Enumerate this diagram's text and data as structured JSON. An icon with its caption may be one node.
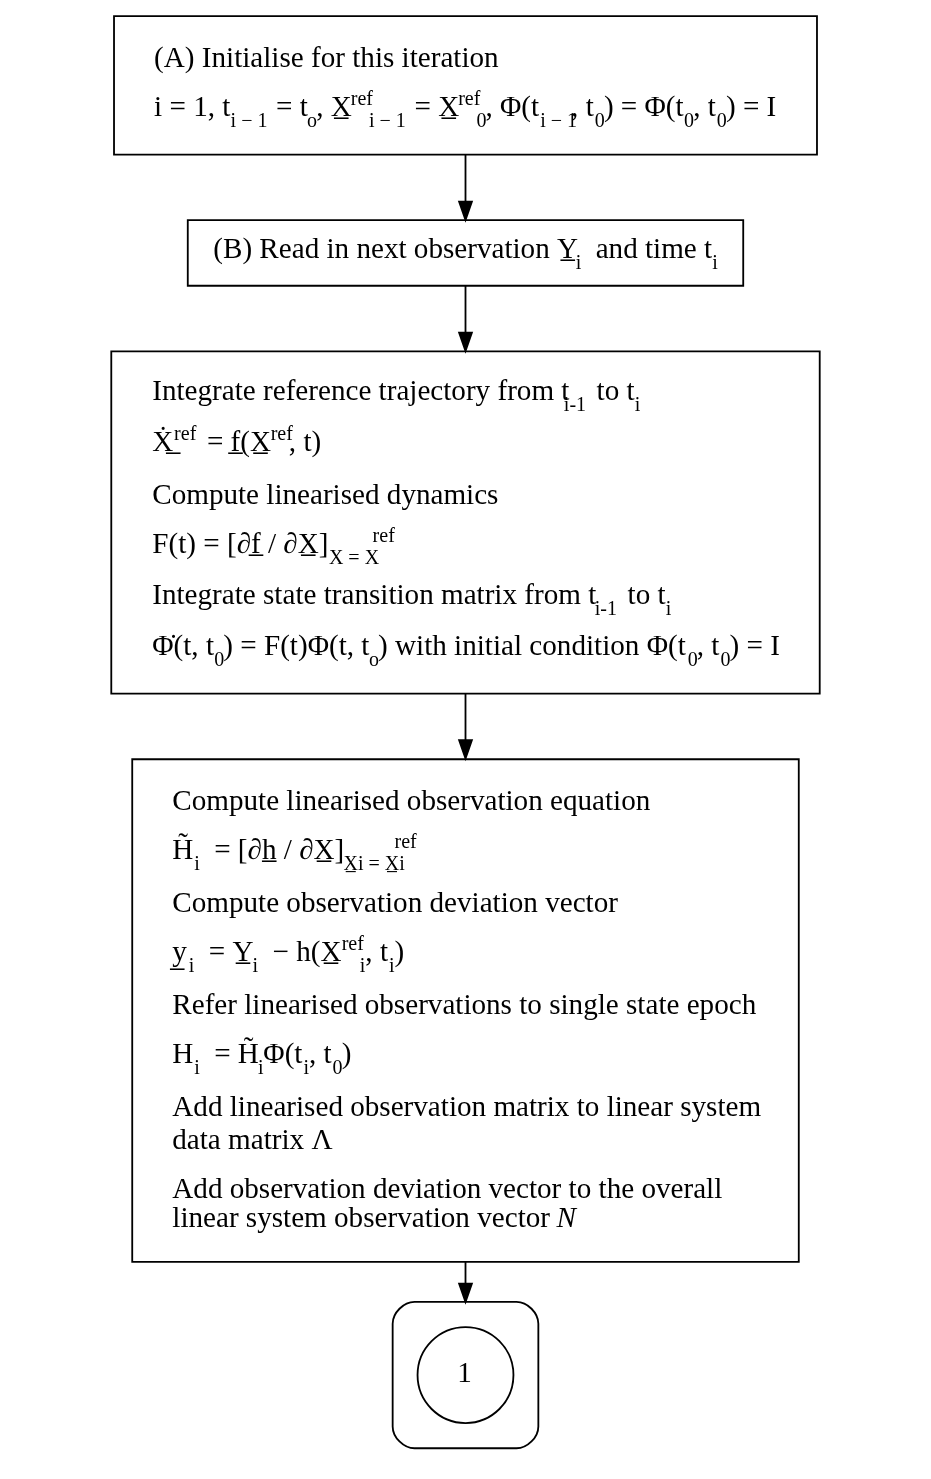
{
  "diagram": {
    "nodes": [
      {
        "text": [
          "(A) Initialise for this iteration",
          "i = 1, t$_{i − 1}$ = t$_{o}$, X̲$^{ref}$$_{i − 1}$ = X̲$^{ref}$$_{0}$, Φ(t$_{i − 1}$, t$_{0}$) = Φ(t$_{0}$, t$_{0}$) = I"
        ]
      },
      {
        "text": [
          "(B) Read in next observation Y̲$_{i}$ and time t$_{i}$"
        ]
      },
      {
        "text": [
          "Integrate reference trajectory from t$_{i-1}$ to t$_{i}$",
          "Ẋ̲$^{ref}$ = f̲(X̲$^{ref}$, t)",
          "Compute linearised dynamics",
          "F(t) = [∂f̲ / ∂X̲]$_{X = X}$$^{ref}$",
          "Integrate state transition matrix from t$_{i-1}$ to t$_{i}$",
          "Φ̇(t, t$_{0}$) = F(t)Φ(t, t$_{o}$) with initial condition Φ(t$_{0}$, t$_{0}$) = I"
        ]
      },
      {
        "text": [
          "Compute linearised observation equation",
          "H̃$_{i}$ = [∂h̲ / ∂X̲]$_{X̲i = X̲i}$$^{ref}$",
          "Compute observation deviation vector",
          "y̲$_{i}$ = Y̲$_{i}$ − h(X̲$^{ref}$$_{i}$, t$_{i}$)",
          "Refer linearised observations to single state epoch",
          "H$_{i}$ = H̃$_{i}$Φ(t$_{i}$, t$_{0}$)",
          "Add linearised observation matrix to linear system data matrix Λ",
          "Add observation deviation vector to the overall linear system observation vector *N*"
        ]
      },
      {
        "text": [],
        "shape": "stadium"
      },
      {
        "text": [
          "1"
        ],
        "in": 4
      }
    ],
    "edges": [
      {
        "from": 0,
        "to": 1,
        "arrow": "to"
      },
      {
        "from": 1,
        "to": 2,
        "arrow": "to"
      },
      {
        "from": 2,
        "to": 3,
        "arrow": "to"
      },
      {
        "from": 3,
        "to": 4,
        "arrow": "to"
      }
    ]
  }
}
